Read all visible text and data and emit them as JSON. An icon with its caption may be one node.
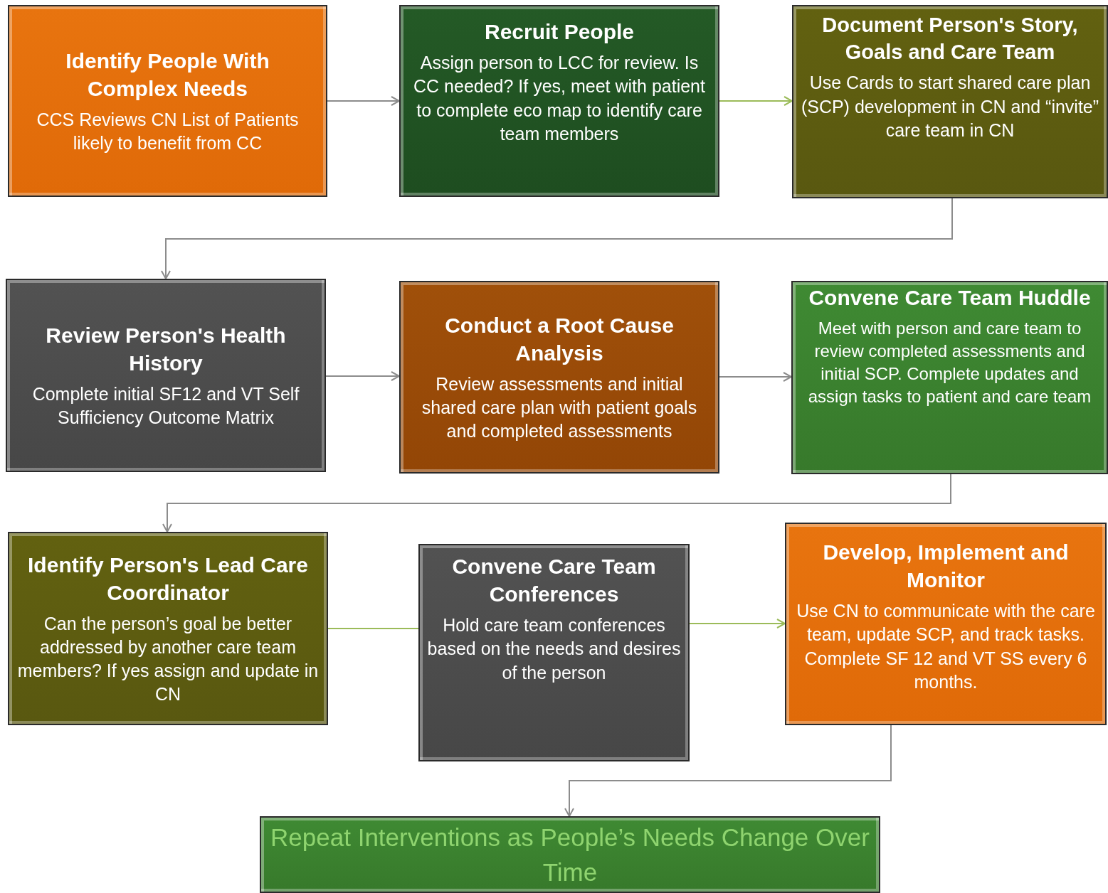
{
  "diagram": {
    "nodes": [
      {
        "text": [
          "Identify People With Complex Needs",
          "CCS Reviews CN List of Patients likely to benefit from CC"
        ]
      },
      {
        "text": [
          "Recruit People",
          "Assign  person to LCC  for review.  Is CC needed? If yes, meet with patient to complete eco map to identify care team members"
        ]
      },
      {
        "text": [
          "Document Person's Story, Goals and Care Team",
          "Use Cards to start shared care plan (SCP) development in CN and “invite” care team in CN"
        ]
      },
      {
        "text": [
          "Review Person's Health History",
          "Complete initial SF12 and VT Self Sufficiency Outcome Matrix"
        ]
      },
      {
        "text": [
          "Conduct a Root Cause Analysis",
          "Review assessments and initial shared care plan with patient goals and completed assessments"
        ]
      },
      {
        "text": [
          "Convene Care Team Huddle",
          "Meet with person and care team to review completed assessments and initial SCP. Complete  updates and assign tasks to patient and care team"
        ]
      },
      {
        "text": [
          "Identify Person's Lead Care Coordinator",
          "Can the person’s goal be better addressed by another care team members?  If yes assign and update in CN"
        ]
      },
      {
        "text": [
          "Convene Care Team Conferences",
          "Hold care team conferences based on the needs and desires of the person"
        ]
      },
      {
        "text": [
          "Develop, Implement and Monitor",
          "Use CN to communicate with the care team, update SCP, and track tasks.  Complete SF 12 and VT SS every 6 months."
        ]
      },
      {
        "text": [
          "Repeat Interventions as People’s Needs Change Over Time"
        ]
      }
    ],
    "edges": [
      {
        "from": 0,
        "to": 1,
        "arrow": "to"
      },
      {
        "from": 1,
        "to": 2,
        "arrow": "to",
        "color": "#9bbb59"
      },
      {
        "from": 2,
        "to": 3,
        "arrow": "to"
      },
      {
        "from": 3,
        "to": 4,
        "arrow": "to"
      },
      {
        "from": 4,
        "to": 5,
        "arrow": "to"
      },
      {
        "from": 5,
        "to": 6,
        "arrow": "to"
      },
      {
        "from": 6,
        "to": 7,
        "arrow": "none",
        "color": "#9bbb59"
      },
      {
        "from": 7,
        "to": 8,
        "arrow": "to",
        "color": "#9bbb59"
      },
      {
        "from": 8,
        "to": 9,
        "arrow": "to"
      }
    ]
  }
}
